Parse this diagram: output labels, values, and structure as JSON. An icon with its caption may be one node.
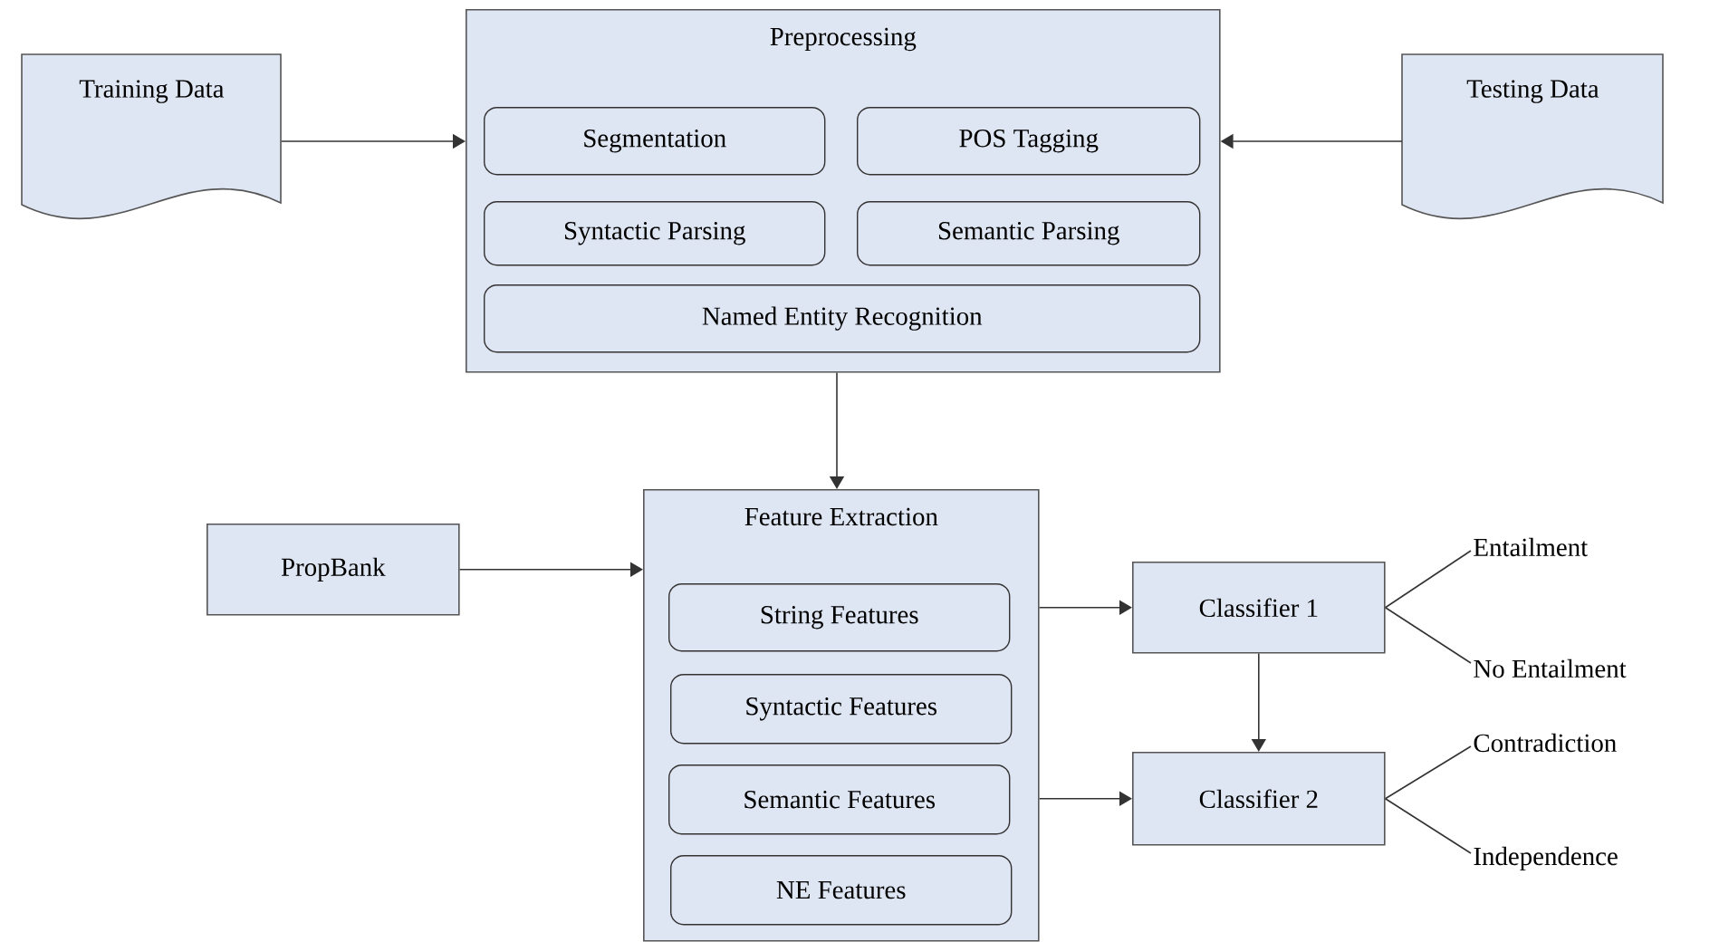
{
  "diagram": {
    "nodes": [
      {
        "text": [
          "Training Data"
        ]
      },
      {
        "text": [
          "Preprocessing"
        ]
      },
      {
        "text": [
          "Segmentation"
        ],
        "in": 1
      },
      {
        "text": [
          "POS Tagging"
        ],
        "in": 1
      },
      {
        "text": [
          "Syntactic Parsing"
        ],
        "in": 1
      },
      {
        "text": [
          "Semantic Parsing"
        ],
        "in": 1
      },
      {
        "text": [
          "Named Entity Recognition"
        ],
        "in": 1
      },
      {
        "text": [
          "Testing Data"
        ]
      },
      {
        "text": [
          "PropBank"
        ]
      },
      {
        "text": [
          "Feature Extraction"
        ]
      },
      {
        "text": [
          "String Features"
        ],
        "in": 9
      },
      {
        "text": [
          "Syntactic Features"
        ],
        "in": 9
      },
      {
        "text": [
          "Semantic Features"
        ],
        "in": 9
      },
      {
        "text": [
          "NE Features"
        ],
        "in": 9
      },
      {
        "text": [
          "Classifier 1"
        ]
      },
      {
        "text": [
          "Classifier 2"
        ]
      },
      {
        "text": [
          "Entailment"
        ]
      },
      {
        "text": [
          "No Entailment"
        ]
      },
      {
        "text": [
          "Contradiction"
        ]
      },
      {
        "text": [
          "Independence"
        ]
      }
    ],
    "edges": [
      {
        "from": 0,
        "to": 1,
        "arrow": "to"
      },
      {
        "from": 7,
        "to": 1,
        "arrow": "to"
      },
      {
        "from": 1,
        "to": 9,
        "arrow": "to"
      },
      {
        "from": 8,
        "to": 9,
        "arrow": "to"
      },
      {
        "from": 9,
        "to": 14,
        "arrow": "to"
      },
      {
        "from": 9,
        "to": 15,
        "arrow": "to"
      },
      {
        "from": 14,
        "to": 15,
        "arrow": "to"
      },
      {
        "from": 14,
        "to": 16,
        "arrow": "none"
      },
      {
        "from": 14,
        "to": 17,
        "arrow": "none"
      },
      {
        "from": 15,
        "to": 18,
        "arrow": "none"
      },
      {
        "from": 15,
        "to": 19,
        "arrow": "none"
      }
    ]
  }
}
